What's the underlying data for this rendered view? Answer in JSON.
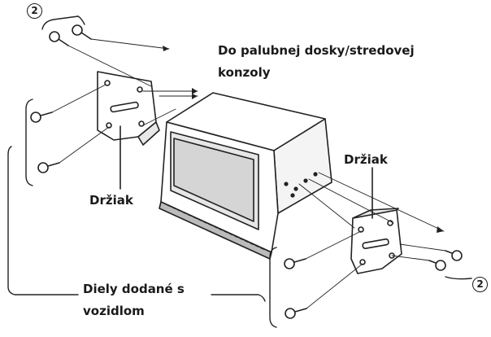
{
  "labels": {
    "destination_line1": "Do palubnej dosky/stredovej",
    "destination_line2": "konzoly",
    "bracket_left": "Držiak",
    "bracket_right": "Držiak",
    "supplied_parts_line1": "Diely dodané s",
    "supplied_parts_line2": "vozidlom",
    "callout_top": "2",
    "callout_bottom": "2"
  }
}
